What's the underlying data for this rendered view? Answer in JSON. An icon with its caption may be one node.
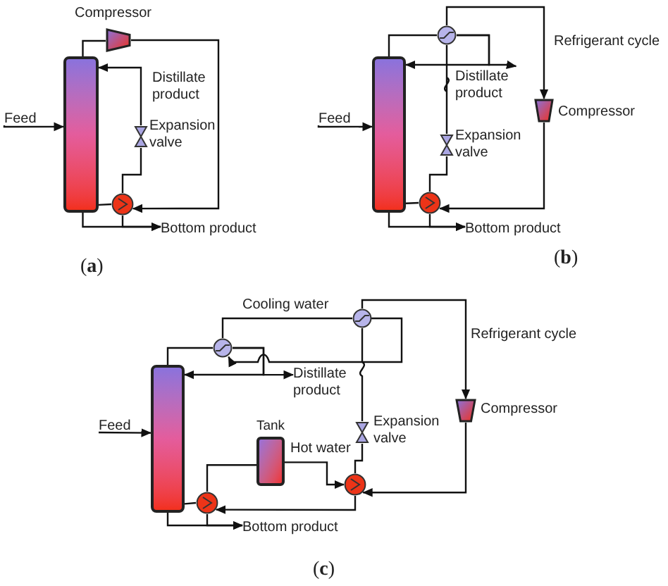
{
  "diagram": {
    "nodes": [
      {
        "text": [
          "Feed"
        ]
      },
      {
        "text": [],
        "shape": "box"
      },
      {
        "text": [],
        "shape": "trapezoid",
        "beside": [
          "Compressor"
        ]
      },
      {
        "text": [],
        "shape": "valve",
        "beside": [
          "Expansion valve"
        ]
      },
      {
        "text": [],
        "shape": "circle"
      },
      {
        "text": [
          "Bottom product"
        ]
      },
      {
        "text": [
          "Feed"
        ]
      },
      {
        "text": [],
        "shape": "box"
      },
      {
        "text": [],
        "shape": "circle"
      },
      {
        "text": [
          "Distillate product"
        ]
      },
      {
        "text": [],
        "shape": "trapezoid",
        "beside": [
          "Compressor"
        ]
      },
      {
        "text": [],
        "shape": "valve",
        "beside": [
          "Expansion valve"
        ]
      },
      {
        "text": [],
        "shape": "circle"
      },
      {
        "text": [
          "Bottom product"
        ]
      },
      {
        "text": [
          "Feed"
        ]
      },
      {
        "text": [],
        "shape": "box"
      },
      {
        "text": [],
        "shape": "circle"
      },
      {
        "text": [],
        "shape": "circle"
      },
      {
        "text": [
          "Distillate product"
        ]
      },
      {
        "text": [],
        "shape": "trapezoid",
        "beside": [
          "Compressor"
        ]
      },
      {
        "text": [],
        "shape": "valve",
        "beside": [
          "Expansion valve"
        ]
      },
      {
        "text": [
          "Tank"
        ]
      },
      {
        "text": [],
        "shape": "circle"
      },
      {
        "text": [],
        "shape": "circle"
      },
      {
        "text": [
          "Bottom product"
        ]
      }
    ],
    "edges": [
      {
        "from": 0,
        "to": 1,
        "arrow": "to"
      },
      {
        "from": 1,
        "to": 2,
        "arrow": "none"
      },
      {
        "from": 2,
        "to": 4,
        "arrow": "to"
      },
      {
        "from": 4,
        "to": 3,
        "arrow": "none"
      },
      {
        "from": 3,
        "to": 1,
        "arrow": "to"
      },
      {
        "from": 1,
        "to": 4,
        "arrow": "none"
      },
      {
        "from": 1,
        "to": 5,
        "arrow": "to"
      },
      {
        "from": 4,
        "to": 5,
        "arrow": "to"
      },
      {
        "from": 6,
        "to": 7,
        "arrow": "to"
      },
      {
        "from": 7,
        "to": 8,
        "arrow": "none"
      },
      {
        "from": 8,
        "to": 9,
        "arrow": "to"
      },
      {
        "from": 8,
        "to": 7,
        "arrow": "to"
      },
      {
        "from": 8,
        "to": 10,
        "arrow": "to"
      },
      {
        "from": 10,
        "to": 12,
        "arrow": "to"
      },
      {
        "from": 12,
        "to": 11,
        "arrow": "none"
      },
      {
        "from": 11,
        "to": 8,
        "arrow": "none"
      },
      {
        "from": 7,
        "to": 12,
        "arrow": "none"
      },
      {
        "from": 7,
        "to": 13,
        "arrow": "to"
      },
      {
        "from": 12,
        "to": 13,
        "arrow": "to"
      },
      {
        "from": 14,
        "to": 15,
        "arrow": "to"
      },
      {
        "from": 15,
        "to": 16,
        "arrow": "none"
      },
      {
        "from": 16,
        "to": 17,
        "arrow": "none",
        "label": "Cooling water"
      },
      {
        "from": 17,
        "to": 16,
        "arrow": "to"
      },
      {
        "from": 16,
        "to": 18,
        "arrow": "to"
      },
      {
        "from": 16,
        "to": 15,
        "arrow": "to"
      },
      {
        "from": 17,
        "to": 19,
        "arrow": "to"
      },
      {
        "from": 19,
        "to": 22,
        "arrow": "to"
      },
      {
        "from": 17,
        "to": 20,
        "arrow": "none"
      },
      {
        "from": 20,
        "to": 22,
        "arrow": "none"
      },
      {
        "from": 21,
        "to": 22,
        "arrow": "to",
        "label": "Hot water"
      },
      {
        "from": 22,
        "to": 23,
        "arrow": "to"
      },
      {
        "from": 23,
        "to": 21,
        "arrow": "none"
      },
      {
        "from": 15,
        "to": 23,
        "arrow": "none"
      },
      {
        "from": 15,
        "to": 24,
        "arrow": "to"
      },
      {
        "from": 23,
        "to": 24,
        "arrow": "to"
      }
    ],
    "labels": [
      "Distillate product",
      "Refrigerant cycle",
      "(**a**)",
      "(**b**)",
      "Refrigerant cycle",
      "(**c**)"
    ]
  }
}
